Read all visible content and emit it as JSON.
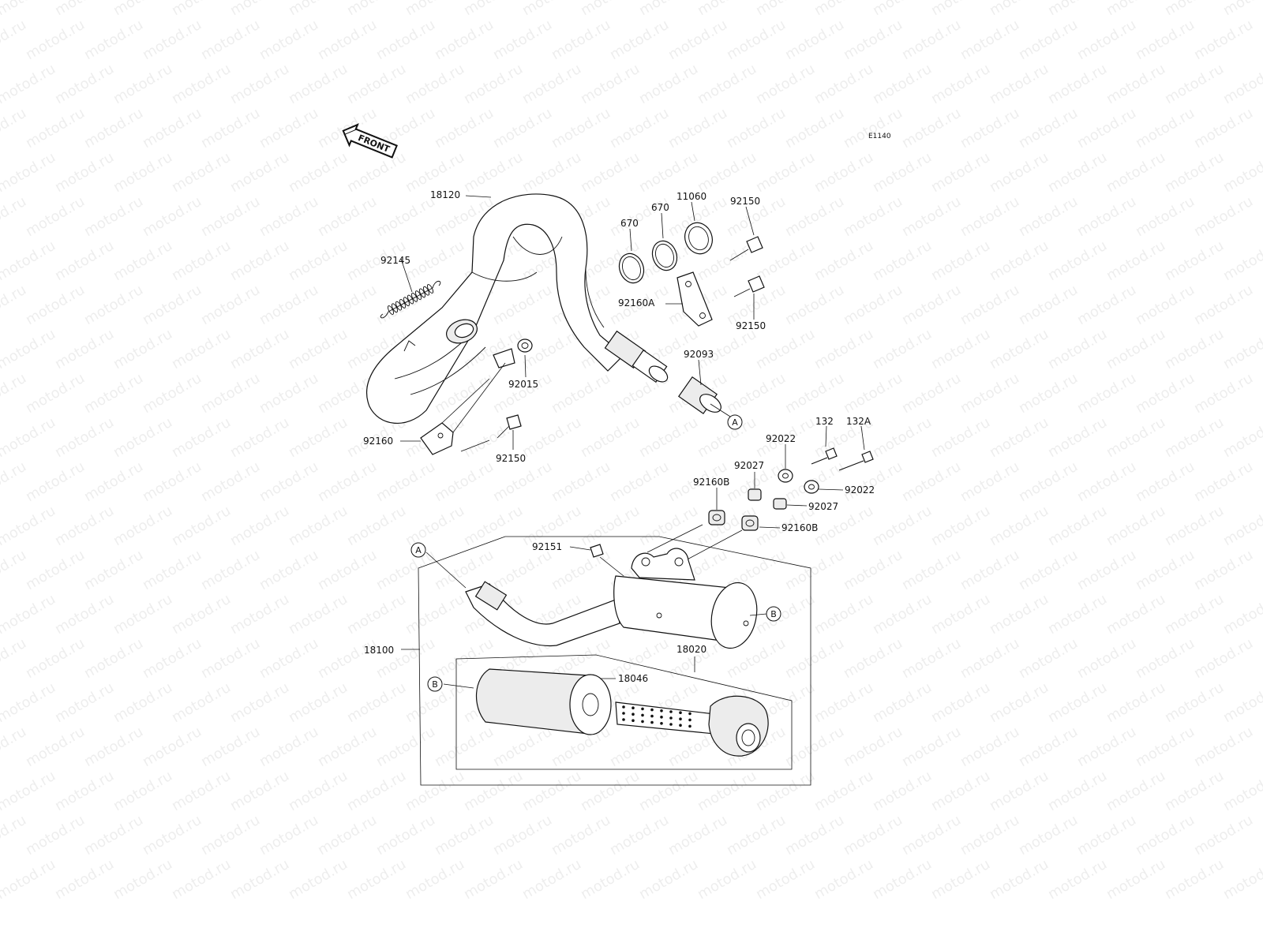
{
  "diagram": {
    "code": "E1140",
    "front_label": "FRONT",
    "watermark": "motod.ru",
    "callouts": [
      "A",
      "B"
    ],
    "parts": [
      {
        "id": "18120",
        "label": "18120"
      },
      {
        "id": "92145",
        "label": "92145"
      },
      {
        "id": "670a",
        "label": "670"
      },
      {
        "id": "670b",
        "label": "670"
      },
      {
        "id": "11060",
        "label": "11060"
      },
      {
        "id": "92150a",
        "label": "92150"
      },
      {
        "id": "92160A",
        "label": "92160A"
      },
      {
        "id": "92150b",
        "label": "92150"
      },
      {
        "id": "92093",
        "label": "92093"
      },
      {
        "id": "92015",
        "label": "92015"
      },
      {
        "id": "92160",
        "label": "92160"
      },
      {
        "id": "92150c",
        "label": "92150"
      },
      {
        "id": "132",
        "label": "132"
      },
      {
        "id": "132A",
        "label": "132A"
      },
      {
        "id": "92022a",
        "label": "92022"
      },
      {
        "id": "92027a",
        "label": "92027"
      },
      {
        "id": "92022b",
        "label": "92022"
      },
      {
        "id": "92160Ba",
        "label": "92160B"
      },
      {
        "id": "92027b",
        "label": "92027"
      },
      {
        "id": "92160Bb",
        "label": "92160B"
      },
      {
        "id": "92151",
        "label": "92151"
      },
      {
        "id": "18100",
        "label": "18100"
      },
      {
        "id": "18020",
        "label": "18020"
      },
      {
        "id": "18046",
        "label": "18046"
      }
    ]
  }
}
